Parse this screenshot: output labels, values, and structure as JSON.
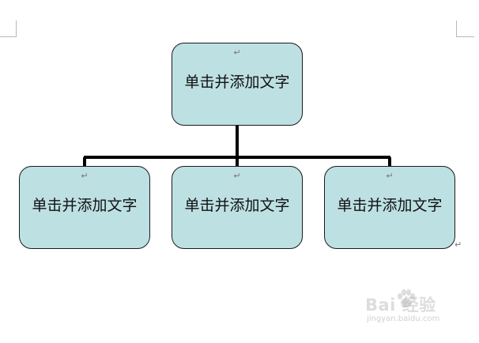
{
  "diagram": {
    "root": {
      "label": "单击并添加文字",
      "mark": "↵"
    },
    "children": [
      {
        "label": "单击并添加文字",
        "mark": "↵"
      },
      {
        "label": "单击并添加文字",
        "mark": "↵"
      },
      {
        "label": "单击并添加文字",
        "mark": "↵"
      }
    ],
    "end_mark": "↵",
    "node_fill": "#bde0e3",
    "node_stroke": "#1a1a1a",
    "connector_color": "#000000"
  },
  "watermark": {
    "logo": "Bai 经验",
    "url": "jingyan.baidu.com"
  }
}
